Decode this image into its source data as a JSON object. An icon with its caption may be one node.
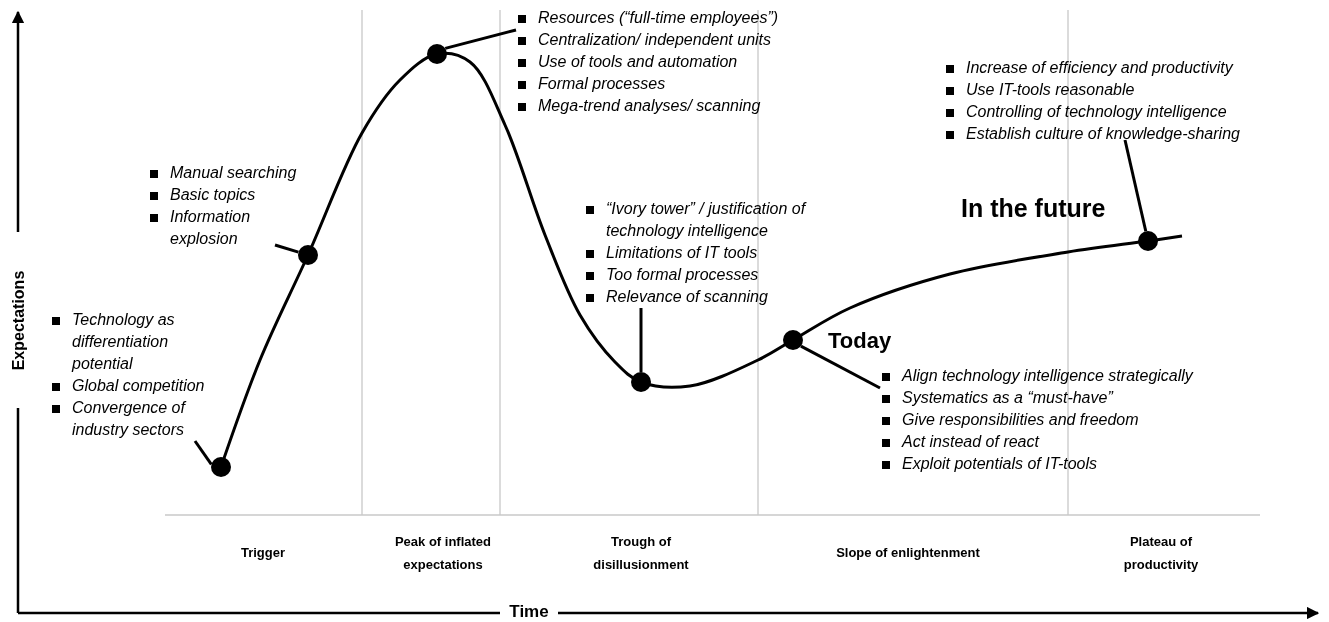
{
  "diagram": {
    "nodes": [
      {
        "text": [
          "Technology as differentiation potential",
          "Global competition",
          "Convergence of industry sectors"
        ]
      },
      {
        "text": [],
        "shape": "circle"
      },
      {
        "text": [
          "Manual searching",
          "Basic topics",
          "Information explosion"
        ]
      },
      {
        "text": [],
        "shape": "circle"
      },
      {
        "text": [
          "Resources (“full-time employees”)",
          "Centralization/ independent units",
          "Use of tools and automation",
          "Formal processes",
          "Mega-trend analyses/ scanning"
        ]
      },
      {
        "text": [],
        "shape": "circle"
      },
      {
        "text": [
          "“Ivory tower” / justification of technology intelligence",
          "Limitations of IT tools",
          "Too formal processes",
          "Relevance of scanning"
        ]
      },
      {
        "text": [],
        "shape": "circle"
      },
      {
        "text": [],
        "shape": "circle"
      },
      {
        "text": [
          "Align technology intelligence strategically",
          "Systematics as a “must-have”",
          "Give responsibilities and freedom",
          "Act instead of react",
          "Exploit potentials of IT-tools"
        ]
      },
      {
        "text": [],
        "shape": "circle",
        "beside": [
          "In the future"
        ]
      },
      {
        "text": [
          "Increase of efficiency and productivity",
          "Use IT-tools reasonable",
          "Controlling of technology intelligence",
          "Establish culture of knowledge-sharing"
        ]
      }
    ],
    "edges": [
      {
        "from": 0,
        "to": 1,
        "arrow": "none"
      },
      {
        "from": 2,
        "to": 3,
        "arrow": "none"
      },
      {
        "from": 4,
        "to": 5,
        "arrow": "none"
      },
      {
        "from": 6,
        "to": 7,
        "arrow": "none"
      },
      {
        "from": 9,
        "to": 8,
        "arrow": "none"
      },
      {
        "from": 11,
        "to": 10,
        "arrow": "none"
      }
    ],
    "labels": [
      "Expectations",
      "Today",
      "Trigger",
      "Peak of inflated expectations",
      "Trough of disillusionment",
      "Slope of enlightenment",
      "Plateau of productivity",
      "Time"
    ]
  }
}
